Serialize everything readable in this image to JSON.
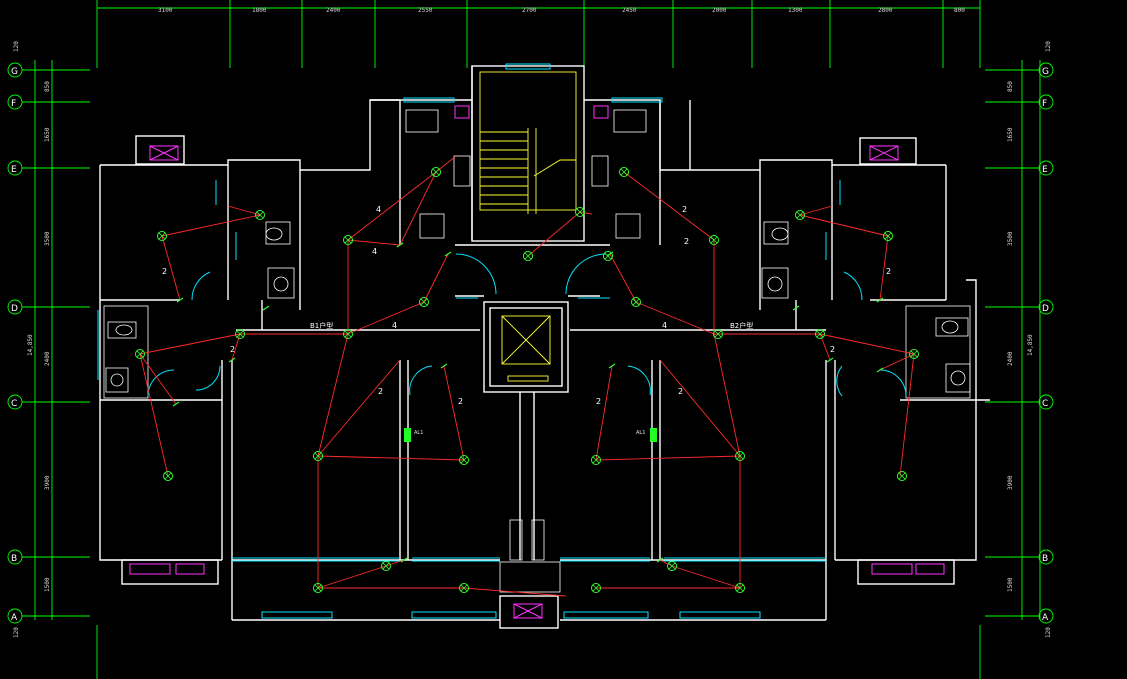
{
  "top_dimensions": [
    "3100",
    "1800",
    "2400",
    "2550",
    "2700",
    "2450",
    "2000",
    "1300",
    "2800",
    "800"
  ],
  "left_dimensions": [
    "120",
    "850",
    "1650",
    "3500",
    "2400",
    "3900",
    "1500",
    "120"
  ],
  "right_dimensions": [
    "120",
    "850",
    "1650",
    "3500",
    "2400",
    "3900",
    "1500",
    "120"
  ],
  "overall_side": "14,850",
  "axis_labels": [
    "G",
    "F",
    "E",
    "D",
    "C",
    "B",
    "A"
  ],
  "unit_labels": [
    "B1户型",
    "B2户型"
  ],
  "wire_counts": [
    "2",
    "2",
    "4",
    "4",
    "4",
    "4",
    "2",
    "2",
    "2",
    "2",
    "2",
    "2",
    "2",
    "2"
  ],
  "panel_label": "AL1",
  "colors": {
    "background": "#000000",
    "wall": "#ffffff",
    "grid": "#00ff00",
    "wire": "#ff2a2a",
    "window": "#00e5ff",
    "stair": "#ffff33",
    "appliance": "#ff33ff",
    "lamp": "#33ff33"
  },
  "icons": [
    "ceiling-lamp-icon",
    "switch-icon",
    "toilet-icon",
    "washbasin-icon",
    "elevator-icon",
    "distribution-panel-icon",
    "stair-icon"
  ]
}
